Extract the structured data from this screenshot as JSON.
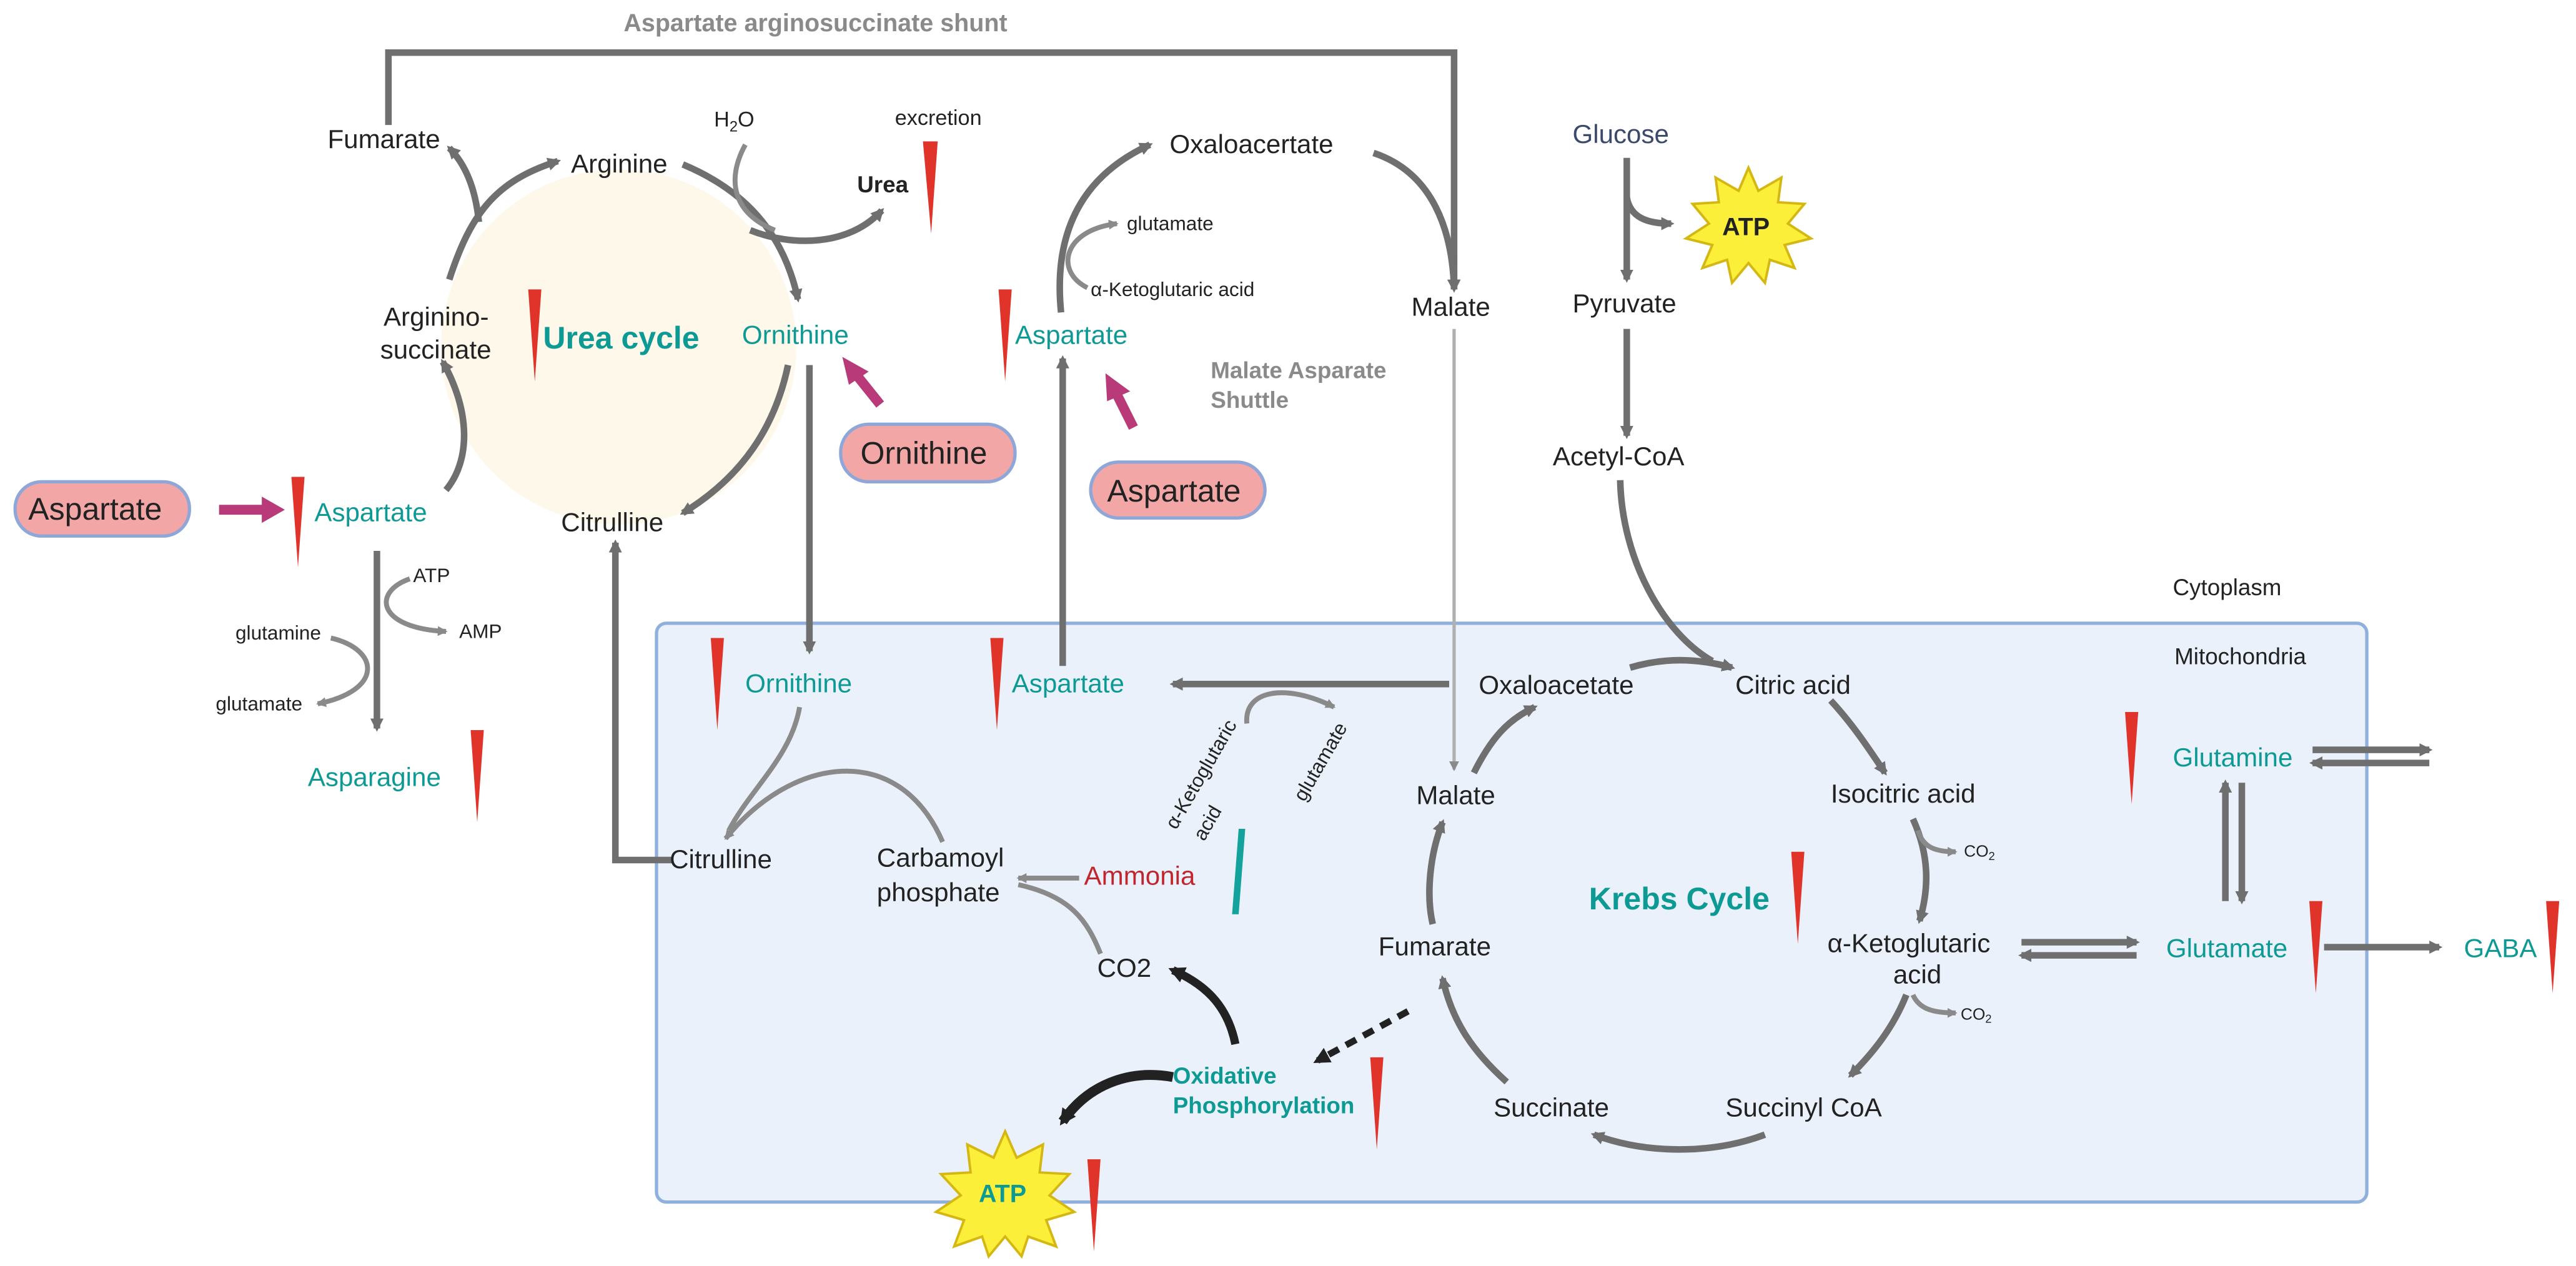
{
  "shunt_title": "Aspartate arginosuccinate shunt",
  "urea_cycle": {
    "title": "Urea cycle",
    "fumarate": "Fumarate",
    "arginine": "Arginine",
    "argininosuccinate_1": "Arginino-",
    "argininosuccinate_2": "succinate",
    "ornithine": "Ornithine",
    "citrulline": "Citrulline",
    "aspartate": "Aspartate",
    "water_h": "H",
    "water_sub": "2",
    "water_o": "O",
    "urea": "Urea",
    "excretion": "excretion"
  },
  "supplements": {
    "aspartate_left": "Aspartate",
    "ornithine": "Ornithine",
    "aspartate_right": "Aspartate"
  },
  "asparagine_branch": {
    "atp": "ATP",
    "amp": "AMP",
    "glutamine": "glutamine",
    "glutamate": "glutamate",
    "asparagine": "Asparagine"
  },
  "malate_aspartate_shuttle": {
    "title_line1": "Malate Asparate",
    "title_line2": "Shuttle",
    "oxaloacetate": "Oxaloacertate",
    "glutamate": "glutamate",
    "alpha_kg": "α-Ketoglutaric acid",
    "aspartate": "Aspartate",
    "malate": "Malate"
  },
  "glycolysis": {
    "glucose": "Glucose",
    "atp": "ATP",
    "pyruvate": "Pyruvate",
    "acetyl_coa": "Acetyl-CoA"
  },
  "compartments": {
    "cytoplasm": "Cytoplasm",
    "mitochondria": "Mitochondria"
  },
  "mito": {
    "ornithine": "Ornithine",
    "aspartate": "Aspartate",
    "alpha_kg_1": "α-Ketoglutaric",
    "alpha_kg_2": "acid",
    "glutamate_diag": "glutamate",
    "citrulline": "Citrulline",
    "carbamoyl_1": "Carbamoyl",
    "carbamoyl_2": "phosphate",
    "ammonia": "Ammonia",
    "co2": "CO2",
    "oxphos_1": "Oxidative",
    "oxphos_2": "Phosphorylation",
    "atp": "ATP"
  },
  "krebs": {
    "title": "Krebs Cycle",
    "oxaloacetate": "Oxaloacetate",
    "citric_acid": "Citric acid",
    "isocitric_acid": "Isocitric acid",
    "co2_a": "CO",
    "co2_b": "CO",
    "co2_sub": "2",
    "alpha_kg_1": "α-Ketoglutaric",
    "alpha_kg_2": "acid",
    "succinyl_coa": "Succinyl CoA",
    "succinate": "Succinate",
    "fumarate": "Fumarate",
    "malate": "Malate"
  },
  "glutamine_branch": {
    "glutamine": "Glutamine",
    "glutamate": "Glutamate",
    "gaba": "GABA"
  },
  "colors": {
    "teal_text": "#0e9a94",
    "up_marker": "#e0342a",
    "down_marker": "#14a39c",
    "supplement_fill": "#f2a6a6",
    "supplement_border": "#8ea6d8",
    "supplement_arrow": "#b83a78",
    "mito_fill": "#eaf1fb",
    "mito_border": "#8fb0dc",
    "urea_cycle_fill": "#fdf8ea",
    "atp_star": "#fbef3a",
    "ammonia_text": "#c0262d"
  }
}
